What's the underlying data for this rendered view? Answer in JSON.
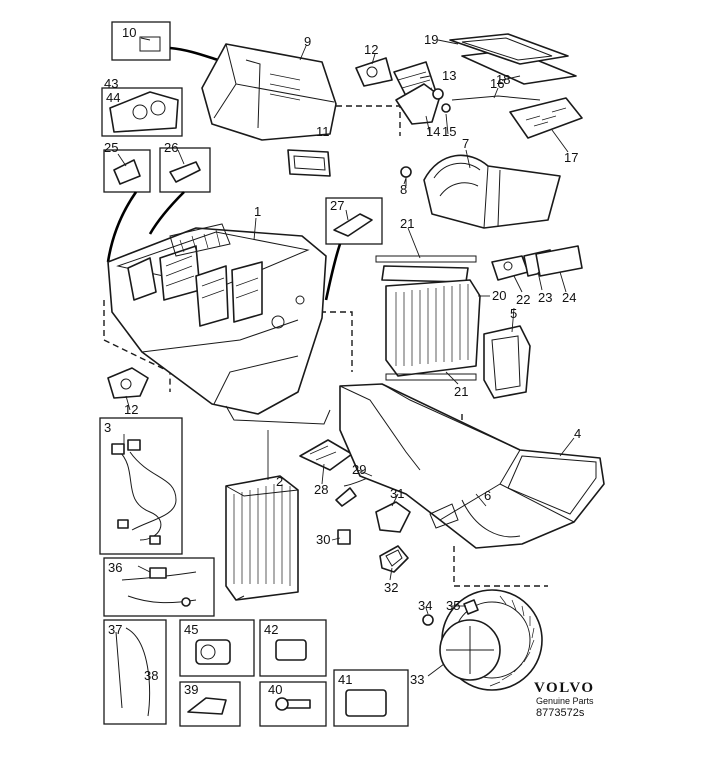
{
  "callouts": [
    "1",
    "2",
    "3",
    "4",
    "5",
    "6",
    "7",
    "8",
    "9",
    "10",
    "11",
    "12",
    "12",
    "13",
    "14",
    "15",
    "16",
    "17",
    "18",
    "19",
    "20",
    "21",
    "21",
    "22",
    "23",
    "24",
    "25",
    "26",
    "27",
    "28",
    "29",
    "30",
    "31",
    "32",
    "33",
    "34",
    "35",
    "36",
    "37",
    "38",
    "39",
    "40",
    "41",
    "42",
    "43",
    "44",
    "45"
  ],
  "brand": {
    "logo": "VOLVO",
    "line": "Genuine Parts",
    "code": "8773572s"
  }
}
